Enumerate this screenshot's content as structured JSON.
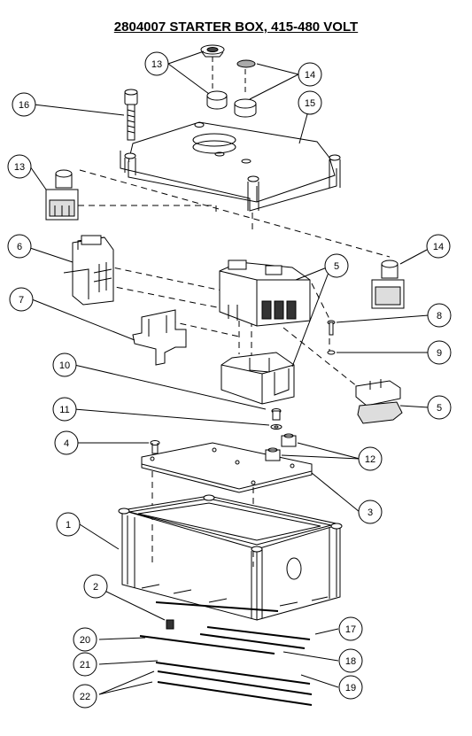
{
  "title": "2804007  STARTER BOX, 415-480 VOLT",
  "callouts": {
    "c13a": "13",
    "c14a": "14",
    "c16": "16",
    "c15": "15",
    "c13b": "13",
    "c14b": "14",
    "c6": "6",
    "c5a": "5",
    "c7": "7",
    "c8": "8",
    "c9": "9",
    "c10": "10",
    "c5b": "5",
    "c11": "11",
    "c4": "4",
    "c12": "12",
    "c3": "3",
    "c1": "1",
    "c2": "2",
    "c17": "17",
    "c20": "20",
    "c18": "18",
    "c21": "21",
    "c19": "19",
    "c22": "22"
  },
  "colors": {
    "line": "#000000",
    "part_fill": "#ffffff",
    "shade": "#d9d9d9"
  }
}
